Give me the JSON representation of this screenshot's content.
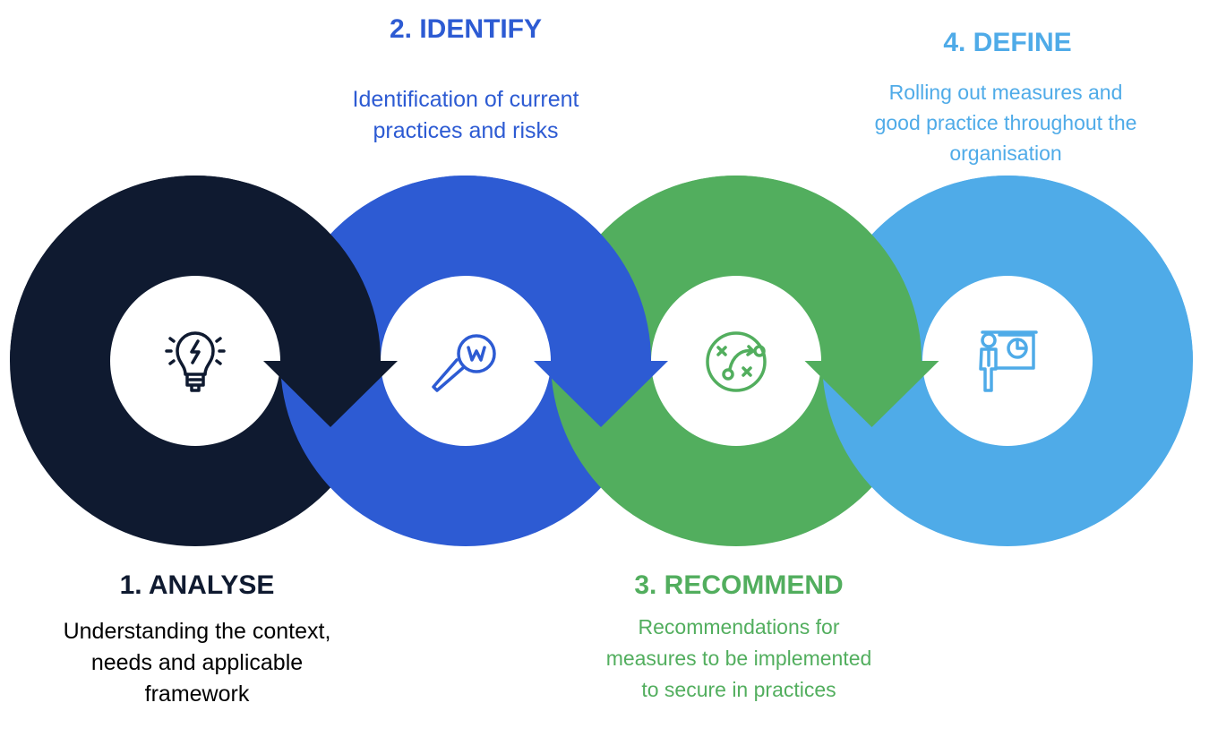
{
  "colors": {
    "analyse": "#0f1a30",
    "identify": "#2d5bd3",
    "recommend": "#52ae5e",
    "define": "#4fabe8"
  },
  "steps": [
    {
      "title": "1. ANALYSE",
      "desc": "Understanding the context, needs and applicable framework",
      "icon": "lightbulb-icon"
    },
    {
      "title": "2. IDENTIFY",
      "desc": "Identification of current practices and risks",
      "icon": "magnifier-w-icon"
    },
    {
      "title": "3. RECOMMEND",
      "desc": "Recommendations for measures to be implemented to secure in practices",
      "icon": "strategy-play-icon"
    },
    {
      "title": "4. DEFINE",
      "desc": "Rolling out measures and good practice throughout the organisation",
      "icon": "presenter-icon"
    }
  ]
}
